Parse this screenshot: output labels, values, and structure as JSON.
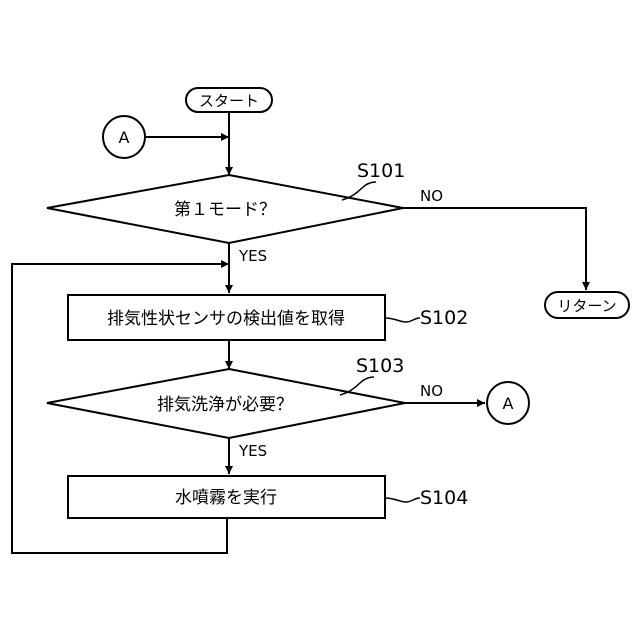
{
  "nodes": {
    "start": "スタート",
    "connector_in": "A",
    "decision1": "第１モード？",
    "process1": "排気性状センサの検出値を取得",
    "decision2": "排気洗浄が必要？",
    "connector_out": "A",
    "process2": "水噴霧を実行",
    "return": "リターン"
  },
  "step_labels": {
    "s101": "S101",
    "s102": "S102",
    "s103": "S103",
    "s104": "S104"
  },
  "branch_labels": {
    "d1_no": "NO",
    "d1_yes": "YES",
    "d2_no": "NO",
    "d2_yes": "YES"
  }
}
